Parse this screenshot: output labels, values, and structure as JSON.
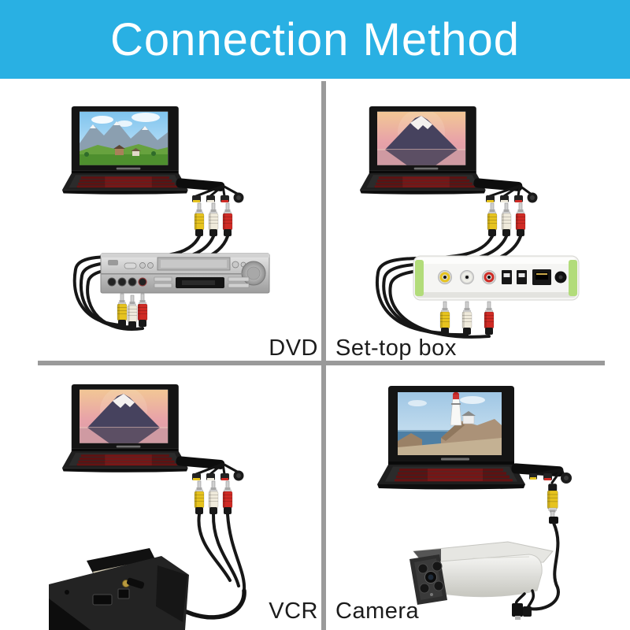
{
  "header": {
    "title": "Connection Method"
  },
  "quadrants": {
    "top_left": {
      "label": "DVD"
    },
    "top_right": {
      "label": "Set-top box"
    },
    "bottom_left": {
      "label": "VCR"
    },
    "bottom_right": {
      "label": "Camera"
    }
  },
  "colors": {
    "header_bg": "#29b0e3",
    "header_text": "#ffffff",
    "divider": "#9a9a9a",
    "label_text": "#1c1c1c",
    "rca_yellow": "#e6c31f",
    "rca_white": "#efeadb",
    "rca_red": "#cf2b25"
  }
}
